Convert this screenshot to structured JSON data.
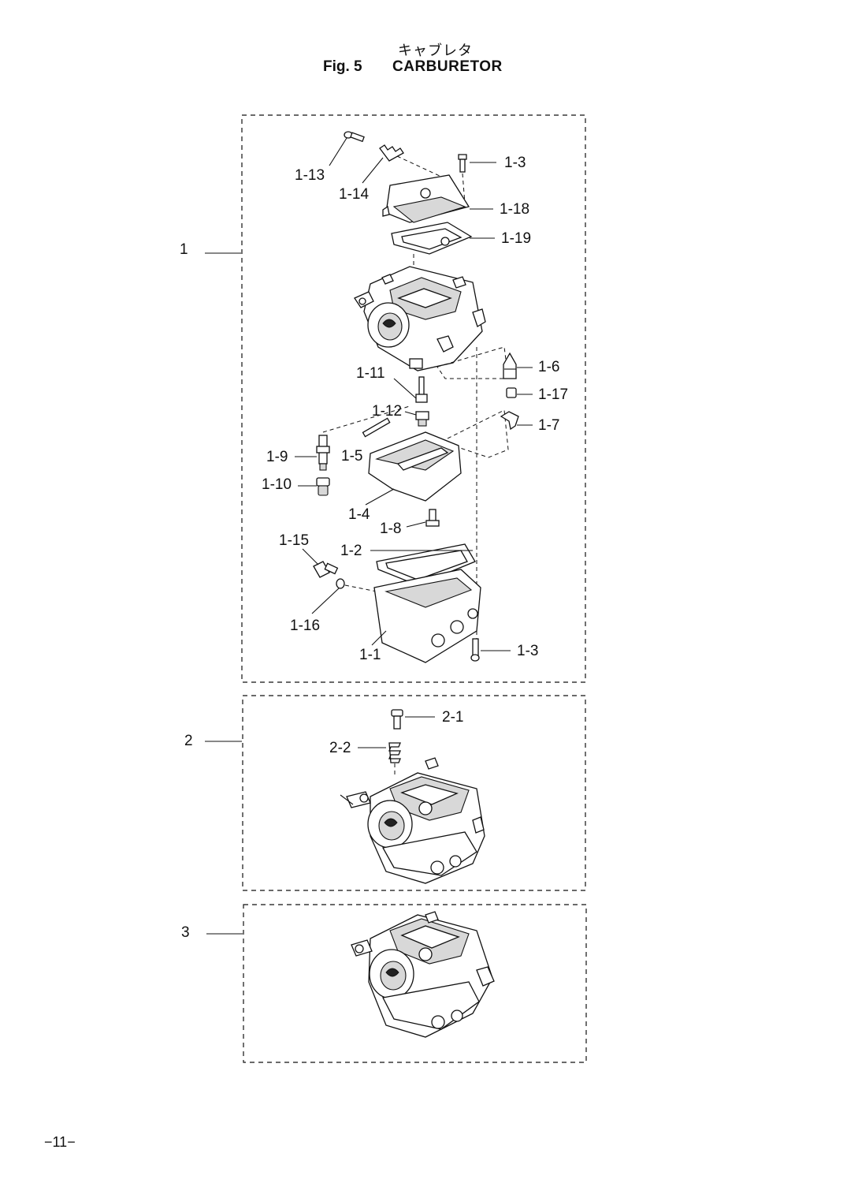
{
  "header": {
    "title_jp": "キャブレタ",
    "fig_label": "Fig. 5",
    "title_en": "CARBURETOR"
  },
  "groups": [
    {
      "label": "1"
    },
    {
      "label": "2"
    },
    {
      "label": "3"
    }
  ],
  "callouts": {
    "p1_13": "1-13",
    "p1_14": "1-14",
    "p1_3_top": "1-3",
    "p1_18": "1-18",
    "p1_19": "1-19",
    "p1_11": "1-11",
    "p1_12": "1-12",
    "p1_6": "1-6",
    "p1_17": "1-17",
    "p1_7": "1-7",
    "p1_9": "1-9",
    "p1_5": "1-5",
    "p1_10": "1-10",
    "p1_4": "1-4",
    "p1_8": "1-8",
    "p1_15": "1-15",
    "p1_2": "1-2",
    "p1_16": "1-16",
    "p1_1": "1-1",
    "p1_3_bottom": "1-3",
    "p2_1": "2-1",
    "p2_2": "2-2"
  },
  "footer": {
    "page_number": "−11−"
  }
}
